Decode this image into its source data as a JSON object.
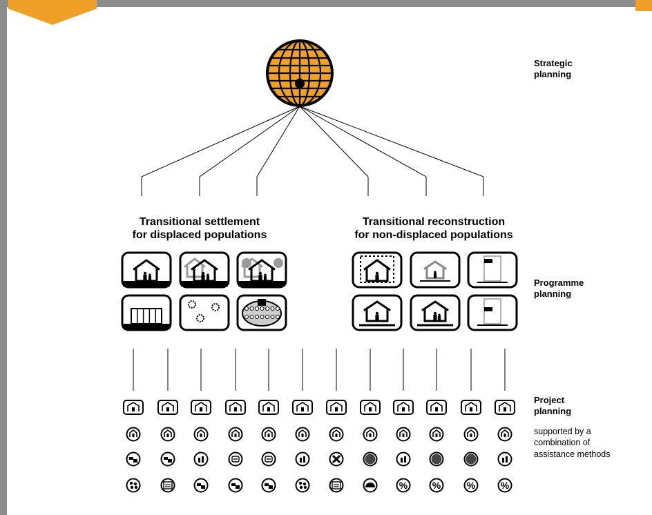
{
  "colors": {
    "accent": "#f0a028",
    "frame": "#8c8c8c",
    "line": "#000000"
  },
  "levels": {
    "strategic": "Strategic\nplanning",
    "programme": "Programme\nplanning",
    "project": "Project\nplanning",
    "project_note": "supported by a\ncombination of\nassistance methods"
  },
  "groups": {
    "settlement": "Transitional settlement\nfor displaced populations",
    "reconstruction": "Transitional reconstruction\nfor non-displaced populations"
  },
  "icons": {
    "globe": "globe-icon",
    "programme_top": [
      "host-family-icon",
      "urban-self-settlement-icon",
      "rural-self-settlement-icon",
      "transit-centre-icon",
      "owner-occupied-icon",
      "apartment-icon"
    ],
    "programme_bottom": [
      "collective-centre-icon",
      "self-settled-camp-icon",
      "planned-camp-icon",
      "tenant-icon",
      "occupancy-free-icon",
      "apartment-tenant-icon"
    ],
    "row1": "house-icon",
    "row2": [
      "cash-icon",
      "cash-icon",
      "people-icon",
      "transit-icon",
      "transit-icon",
      "people-icon",
      "tools-icon",
      "crowd-icon",
      "people-icon",
      "crowd-icon",
      "crowd-icon",
      "people-icon"
    ],
    "row3": [
      "materials-icon",
      "voucher-icon",
      "cash-icon",
      "cash-icon",
      "cash-icon",
      "materials-icon",
      "voucher-icon",
      "helmet-icon",
      "percent-icon",
      "percent-icon",
      "percent-icon",
      "percent-icon"
    ]
  }
}
